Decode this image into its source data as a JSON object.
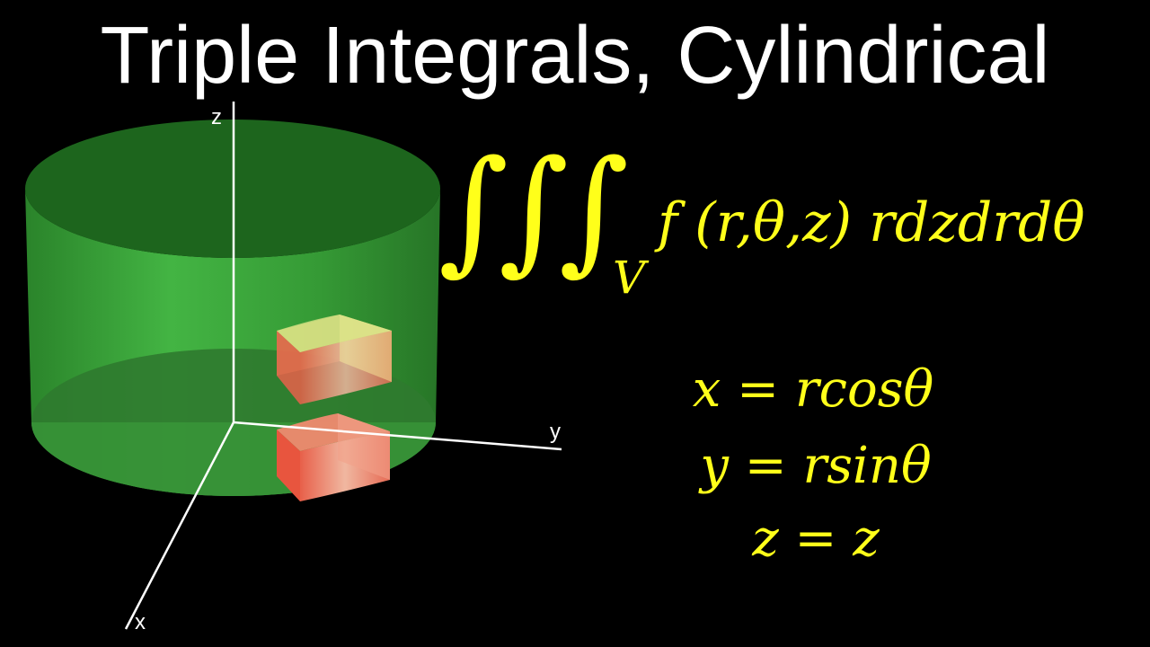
{
  "title": "Triple Integrals, Cylindrical",
  "axes": {
    "z": "z",
    "y": "y",
    "x": "x"
  },
  "integral": {
    "symbol": "∫",
    "region": "V",
    "integrand": "f (r,θ,z) rdzdrdθ"
  },
  "equations": [
    "x = rcosθ",
    "y = rsinθ",
    "z = z"
  ],
  "colors": {
    "cylinder": "#3fbf3f",
    "wedge": "#ff7f5f",
    "wedge_top": "#e8e89a",
    "math": "#ffff1a",
    "axes": "#ffffff"
  }
}
